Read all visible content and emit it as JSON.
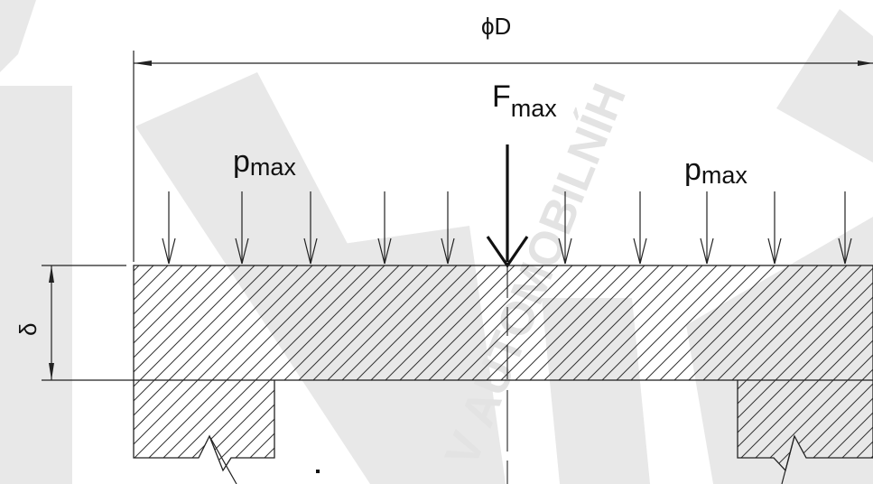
{
  "diagram": {
    "diameter_label": "ϕD",
    "force_label": {
      "main": "F",
      "sub": "max"
    },
    "pressure_label_left": {
      "main": "p",
      "sub": "max"
    },
    "pressure_label_right": {
      "main": "p",
      "sub": "max"
    },
    "thickness_label": "δ",
    "watermark_text": "V AUTOMOBILNÍH"
  },
  "colors": {
    "line": "#222222",
    "watermark": "#e3e3e3",
    "background": "#ffffff"
  }
}
